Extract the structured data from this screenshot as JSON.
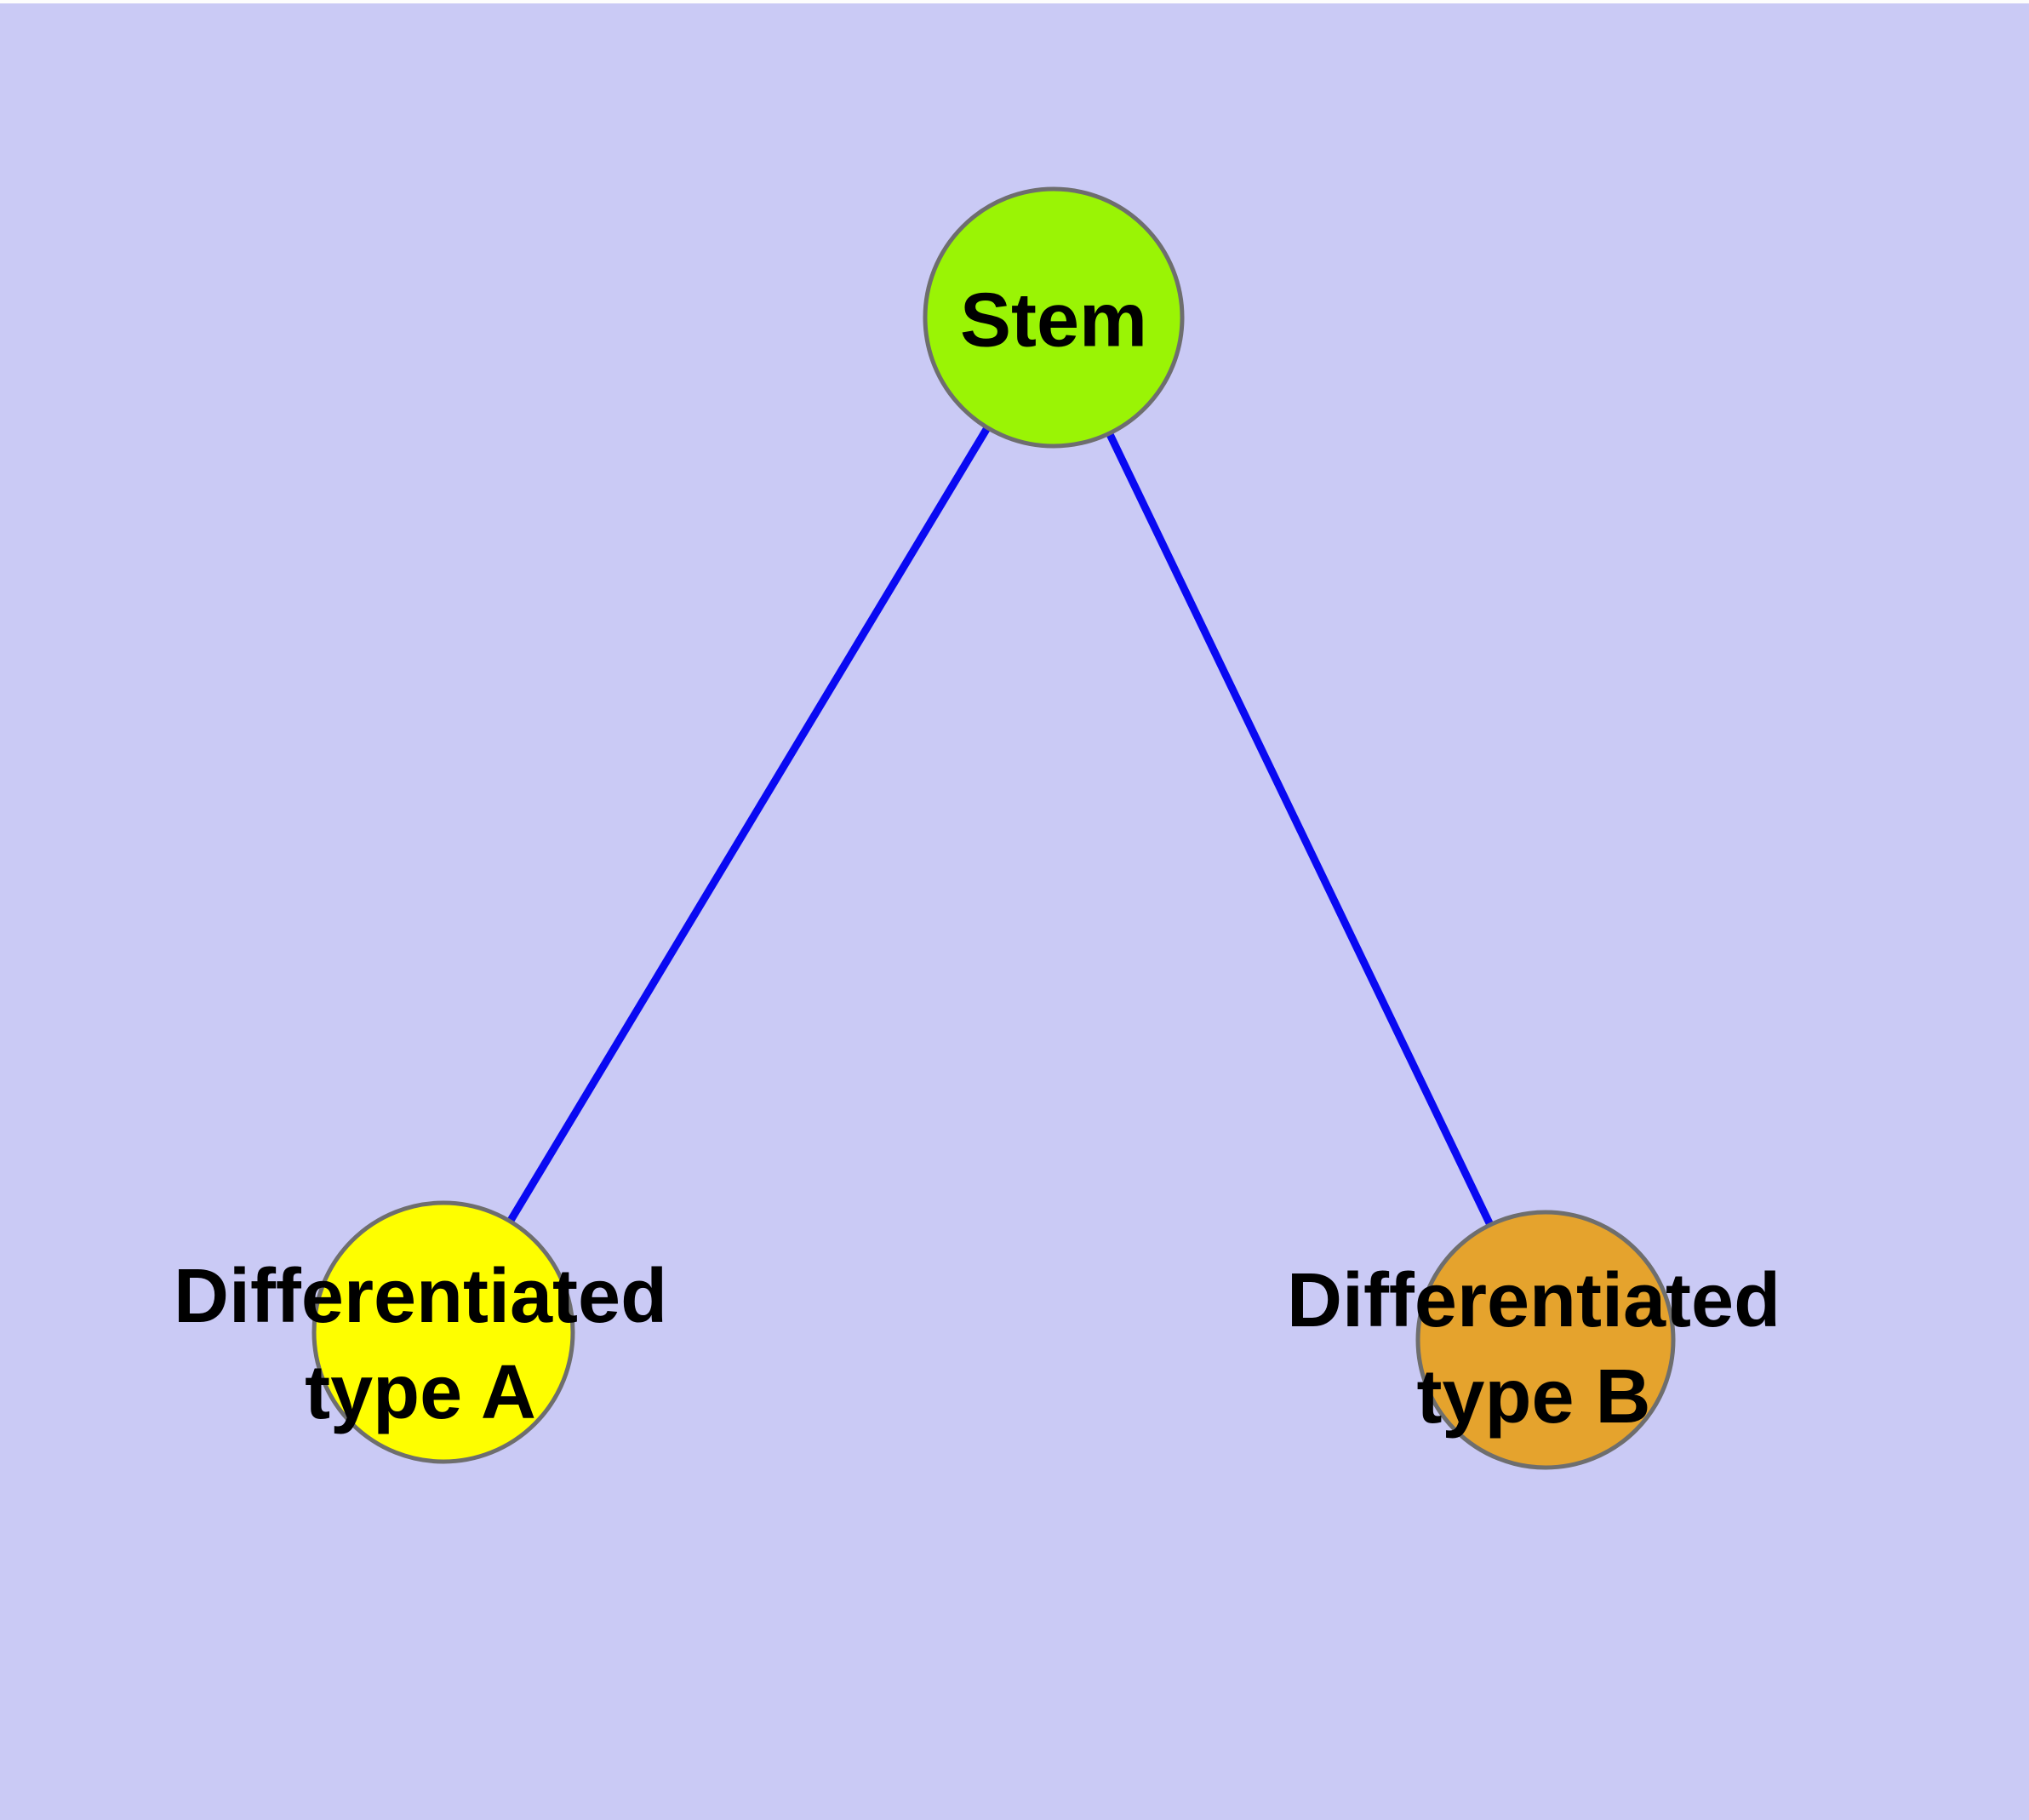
{
  "diagram": {
    "background_color": "#CACAF5",
    "top_edge_strip_color": "#FDFDFD",
    "text_color": "#000000",
    "edge_color": "#0909F2",
    "node_border_color": "#6E6E6E",
    "nodes": {
      "stem": {
        "label": "Stem",
        "fill": "#9AF405"
      },
      "type_a": {
        "label": "Differentiated\ntype A",
        "fill": "#FEFE00"
      },
      "type_b": {
        "label": "Differentiated\ntype B",
        "fill": "#E5A32D"
      }
    },
    "edges": [
      {
        "from": "Stem",
        "to": "Differentiated type A"
      },
      {
        "from": "Stem",
        "to": "Differentiated type B"
      }
    ]
  }
}
